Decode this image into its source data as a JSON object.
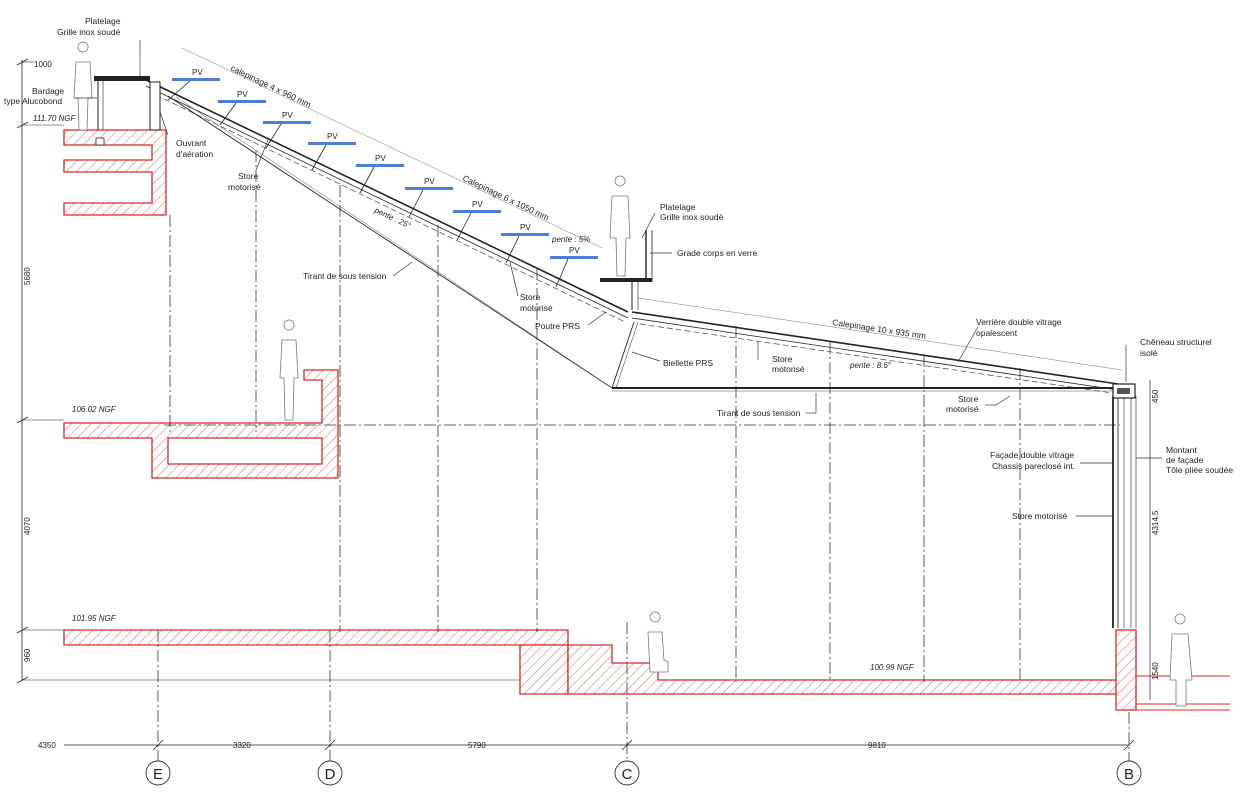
{
  "labels": {
    "platelage_top": [
      "Platelage",
      "Grille inox soudé"
    ],
    "bardage": [
      "Bardage",
      "type Alucobond"
    ],
    "ouvrant": [
      "Ouvrant",
      "d'aération"
    ],
    "store_motorise_1": [
      "Store",
      "motorisé"
    ],
    "tirant_1": "Tirant de sous tension",
    "store_motorise_2": [
      "Store",
      "motorisé"
    ],
    "poutre_prs": "Poutre PRS",
    "platelage_mid": [
      "Platelage",
      "Grille inox soudé"
    ],
    "grade_corps": "Grade corps en verre",
    "biellette": "Biellette PRS",
    "store_motorise_3": [
      "Store",
      "motorisé"
    ],
    "tirant_2": "Tirant de sous tension",
    "verriere": [
      "Verrière double vitrage",
      "opalescent"
    ],
    "cheneau": [
      "Chêneau structurel",
      "isolé"
    ],
    "store_motorise_4": [
      "Store",
      "motorisé"
    ],
    "facade": [
      "Façade double vitrage",
      "Chassis pareclosé int."
    ],
    "store_motorise_5": "Store motorisé",
    "montant": [
      "Montant",
      "de façade",
      "Tôle pliée soudée"
    ],
    "calepinage_1": "calepinage 4 x 960 mm",
    "calepinage_2": "Calepinage 6 x 1050 mm",
    "calepinage_3": "Calepinage 10 x 935 mm",
    "pente_25": "pente : 25°",
    "pente_5": "pente : 5%",
    "pente_86": "pente : 8.6°",
    "pv": "PV"
  },
  "levels": {
    "l1": "111.70 NGF",
    "l2": "106.02 NGF",
    "l3": "101.95 NGF",
    "l4": "100.99 NGF"
  },
  "vertical_dims": {
    "d1000": "1000",
    "d5680": "5680",
    "d4070": "4070",
    "d960": "960",
    "d450": "450",
    "d4314": "4314.5",
    "d1540": "1540"
  },
  "horizontal_dims": {
    "d4350": "4350",
    "d3320": "3320",
    "d5790": "5790",
    "d9810": "9810"
  },
  "grid_axes": [
    "E",
    "D",
    "C",
    "B"
  ],
  "colors": {
    "section_red": "#d42a2a",
    "pv_blue": "#4a7fd4",
    "ink": "#222222"
  }
}
